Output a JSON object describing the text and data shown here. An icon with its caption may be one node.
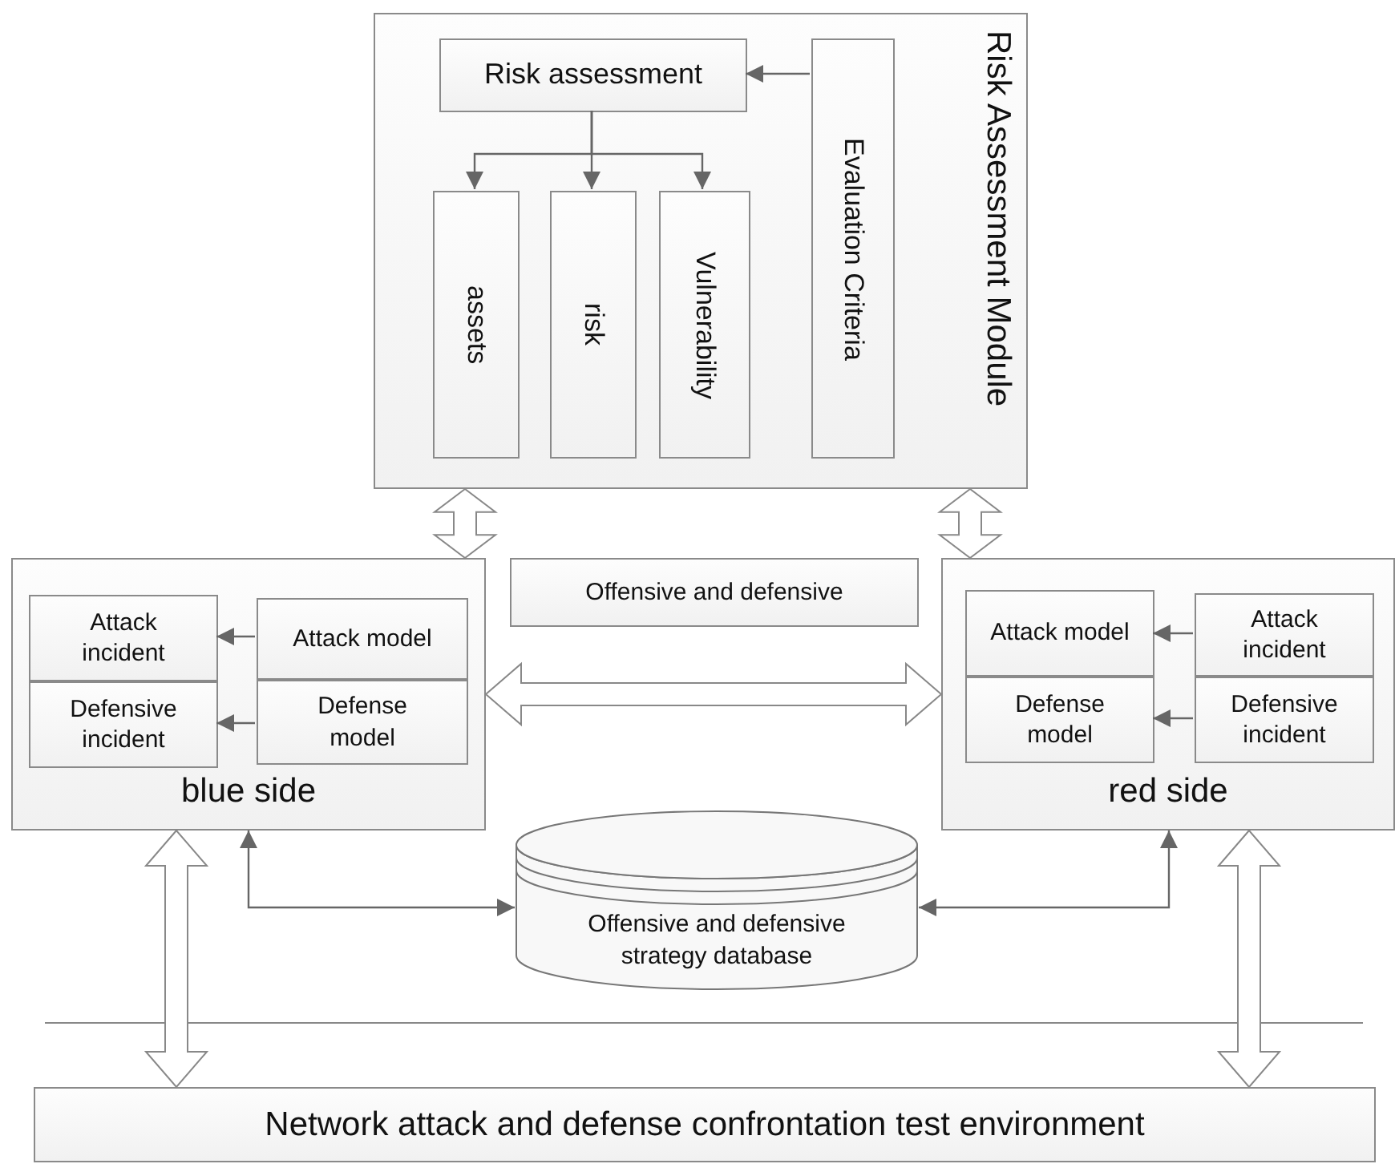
{
  "diagram": {
    "nodes": [
      {
        "text": [
          "Risk Assessment Module"
        ]
      },
      {
        "text": [
          "Risk assessment"
        ],
        "in": 0
      },
      {
        "text": [
          "assets"
        ],
        "in": 0
      },
      {
        "text": [
          "risk"
        ],
        "in": 0
      },
      {
        "text": [
          "Vulnerability"
        ],
        "in": 0
      },
      {
        "text": [
          "Evaluation Criteria"
        ],
        "in": 0
      },
      {
        "text": [
          "blue side"
        ]
      },
      {
        "text": [
          "Attack incident"
        ],
        "in": 6
      },
      {
        "text": [
          "Defensive incident"
        ],
        "in": 6
      },
      {
        "text": [
          "Attack model"
        ],
        "in": 6
      },
      {
        "text": [
          "Defense model"
        ],
        "in": 6
      },
      {
        "text": [
          "Offensive and defensive"
        ]
      },
      {
        "text": [
          "red side"
        ]
      },
      {
        "text": [
          "Attack model"
        ],
        "in": 12
      },
      {
        "text": [
          "Defense model"
        ],
        "in": 12
      },
      {
        "text": [
          "Attack incident"
        ],
        "in": 12
      },
      {
        "text": [
          "Defensive incident"
        ],
        "in": 12
      },
      {
        "text": [
          "Offensive and defensive strategy database"
        ]
      },
      {
        "text": [
          "Network attack and defense confrontation test environment"
        ]
      }
    ],
    "edges": [
      {
        "from": 5,
        "to": 1,
        "arrow": "to"
      },
      {
        "from": 1,
        "to": 2,
        "arrow": "to"
      },
      {
        "from": 1,
        "to": 3,
        "arrow": "to"
      },
      {
        "from": 1,
        "to": 4,
        "arrow": "to"
      },
      {
        "from": 0,
        "to": 6,
        "arrow": "both",
        "style": "thick"
      },
      {
        "from": 0,
        "to": 12,
        "arrow": "both",
        "style": "thick"
      },
      {
        "from": 9,
        "to": 7,
        "arrow": "to"
      },
      {
        "from": 10,
        "to": 8,
        "arrow": "to"
      },
      {
        "from": 15,
        "to": 13,
        "arrow": "to"
      },
      {
        "from": 16,
        "to": 14,
        "arrow": "to"
      },
      {
        "from": 6,
        "to": 12,
        "arrow": "both",
        "style": "thick"
      },
      {
        "from": 6,
        "to": 17,
        "arrow": "both"
      },
      {
        "from": 12,
        "to": 17,
        "arrow": "both"
      },
      {
        "from": 6,
        "to": 18,
        "arrow": "both",
        "style": "thick"
      },
      {
        "from": 12,
        "to": 18,
        "arrow": "both",
        "style": "thick"
      }
    ]
  }
}
